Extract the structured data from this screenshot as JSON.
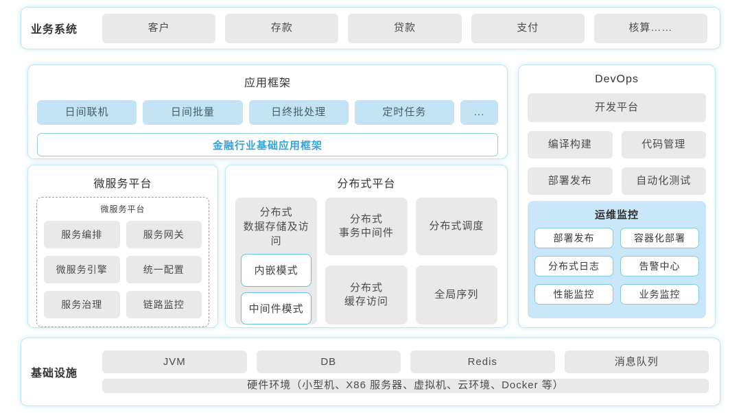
{
  "colors": {
    "container_border": "#c2e6f1",
    "gray_button_bg": "#e9e9e9",
    "blue_button_bg": "#c3e3f5",
    "ops_panel_bg": "#c9e7f8",
    "accent_text": "#36a3d9",
    "accent_border": "#8fd2e2",
    "mode_border": "#64c0dd"
  },
  "business_systems": {
    "label": "业务系统",
    "items": [
      "客户",
      "存款",
      "贷款",
      "支付",
      "核算……"
    ]
  },
  "app_framework": {
    "title": "应用框架",
    "modules": [
      "日间联机",
      "日间批量",
      "日终批处理",
      "定时任务",
      "..."
    ],
    "base_framework": "金融行业基础应用框架"
  },
  "devops": {
    "title": "DevOps",
    "dev_platform": "开发平台",
    "tools": [
      "编译构建",
      "代码管理",
      "部署发布",
      "自动化测试"
    ],
    "ops_monitoring": {
      "title": "运维监控",
      "items": [
        "部署发布",
        "容器化部署",
        "分布式日志",
        "告警中心",
        "性能监控",
        "业务监控"
      ]
    }
  },
  "microservice_platform": {
    "title": "微服务平台",
    "inner_title": "微服务平台",
    "items": [
      "服务编排",
      "服务网关",
      "微服务引擎",
      "统一配置",
      "服务治理",
      "链路监控"
    ]
  },
  "distributed_platform": {
    "title": "分布式平台",
    "data_storage": {
      "label": "分布式\n数据存储及访问",
      "modes": [
        "内嵌模式",
        "中间件模式"
      ]
    },
    "cells": {
      "transaction": "分布式\n事务中间件",
      "scheduling": "分布式调度",
      "cache": "分布式\n缓存访问",
      "sequence": "全局序列"
    }
  },
  "infrastructure": {
    "label": "基础设施",
    "items": [
      "JVM",
      "DB",
      "Redis",
      "消息队列"
    ],
    "hardware": "硬件环境（小型机、X86 服务器、虚拟机、云环境、Docker 等）"
  }
}
